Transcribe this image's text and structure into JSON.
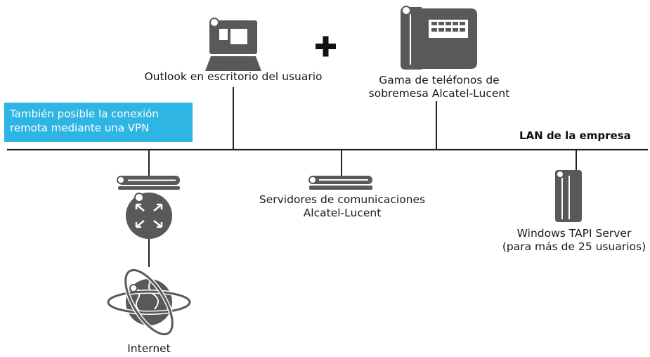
{
  "colors": {
    "device": "#58595b",
    "line": "#222222",
    "accent": "#2fb5e3",
    "vpn_text": "#ffffff"
  },
  "icons": {
    "pc": "desktop-computer-icon",
    "phone": "desk-phone-icon",
    "plus": "plus-icon",
    "router_bar": "rack-device-icon",
    "router": "router-icon",
    "globe": "internet-globe-icon",
    "server": "communication-server-icon",
    "tapi": "tower-server-icon"
  },
  "labels": {
    "outlook": "Outlook en escritorio del usuario",
    "phones": [
      "Gama de teléfonos de",
      "sobremesa Alcatel-Lucent"
    ],
    "vpn": [
      "También posible la conexión",
      "remota mediante una VPN"
    ],
    "lan": "LAN de la empresa",
    "servers": [
      "Servidores de comunicaciones",
      "Alcatel-Lucent"
    ],
    "tapi": [
      "Windows TAPI Server",
      "(para más de 25 usuarios)"
    ],
    "internet": "Internet"
  }
}
